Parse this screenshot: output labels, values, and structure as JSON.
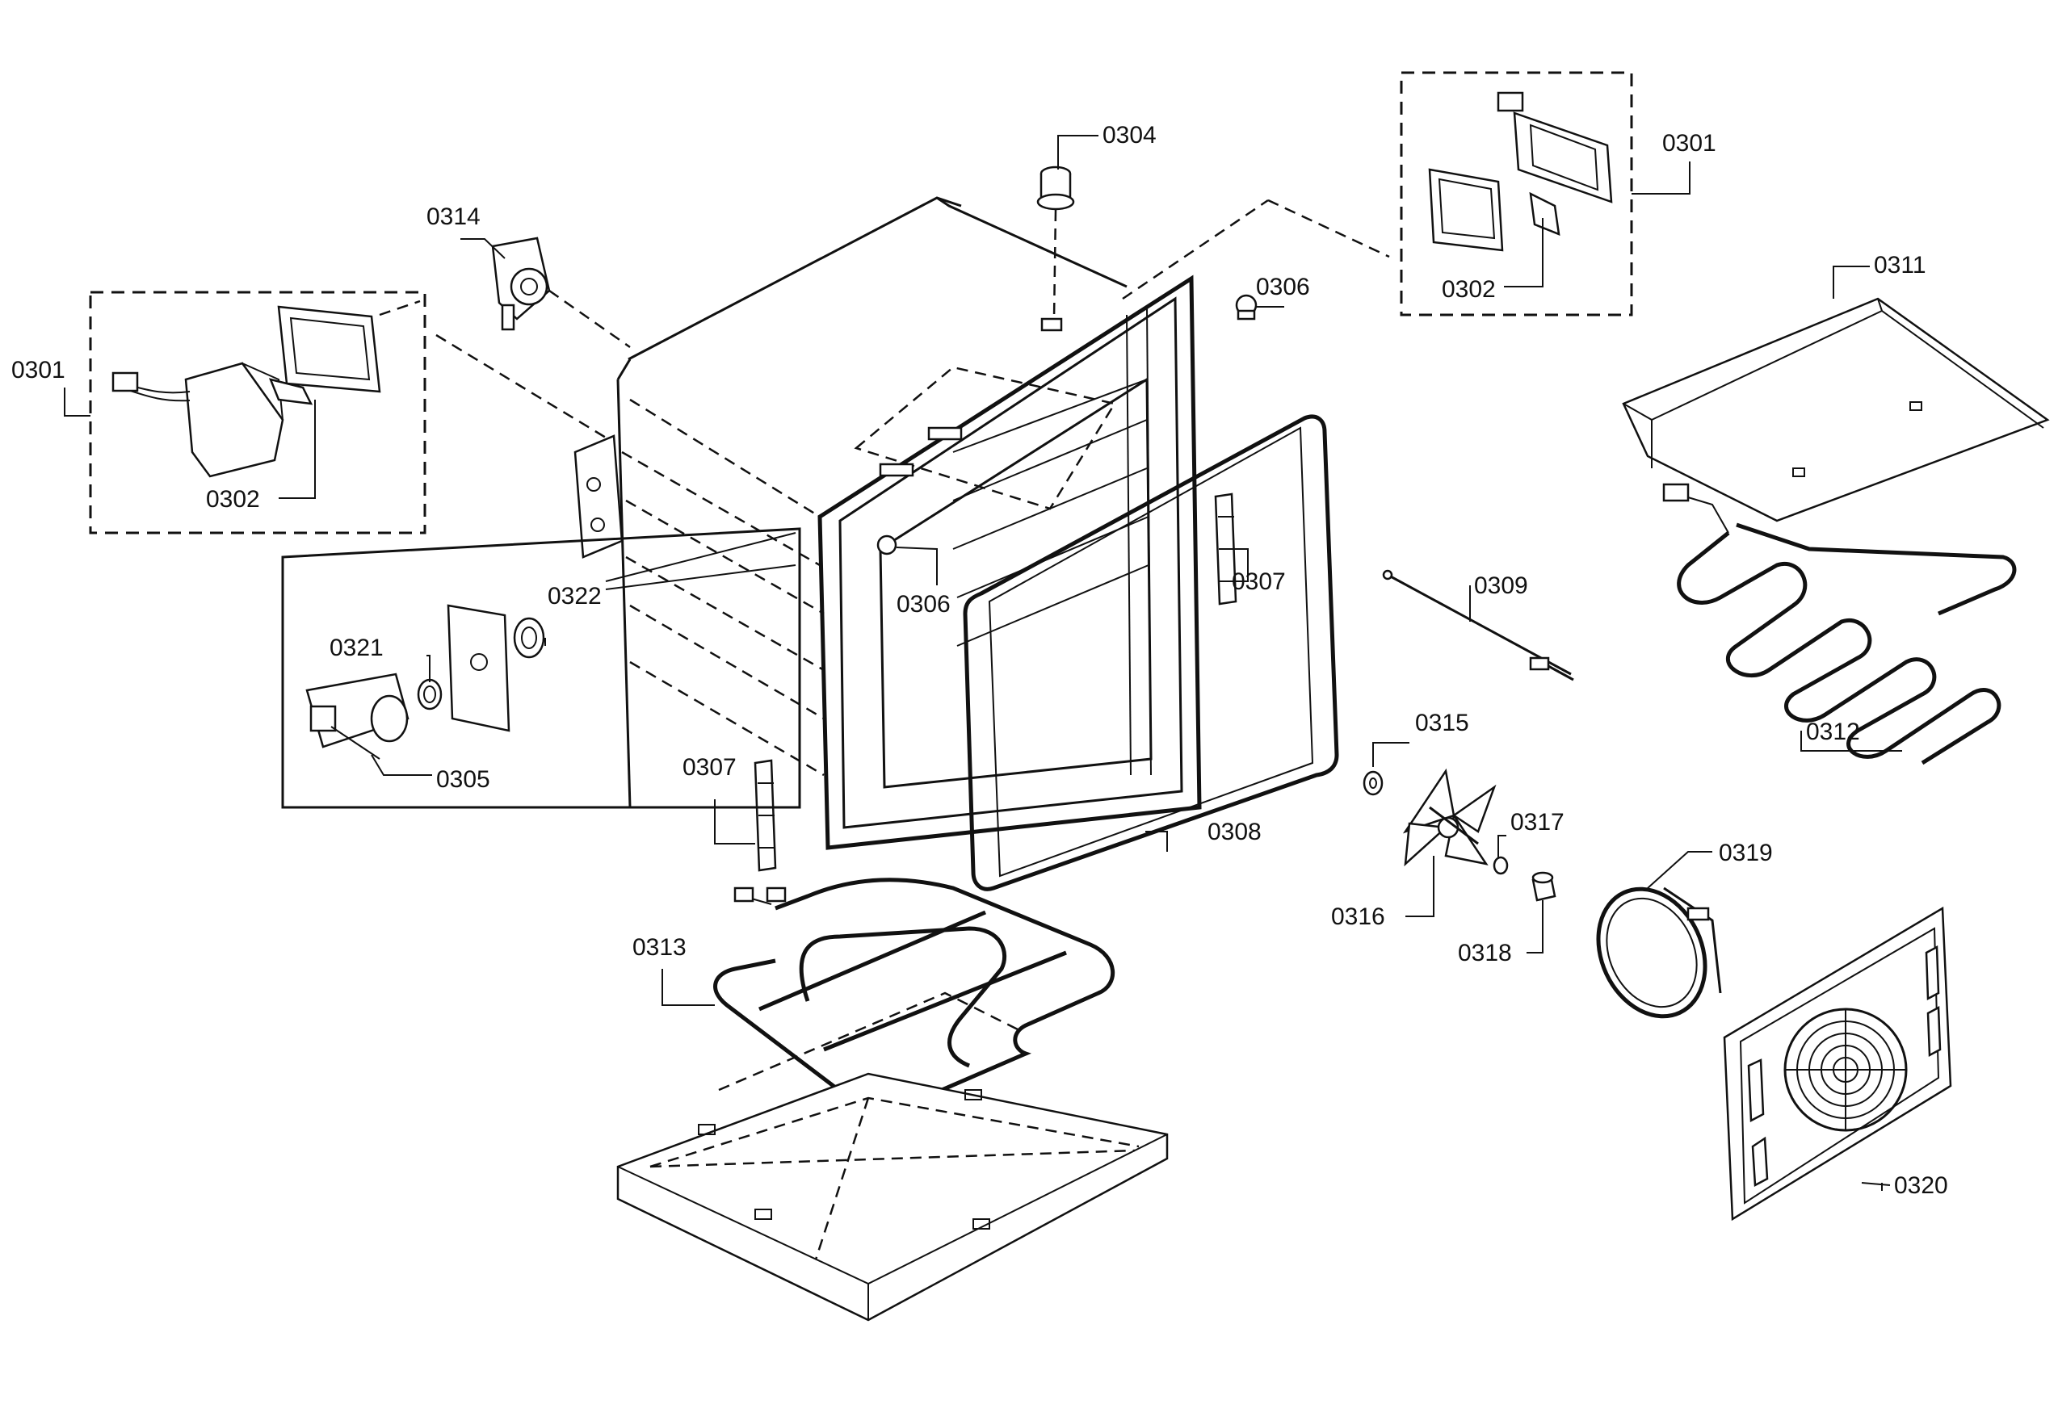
{
  "labels": {
    "p0301_left": "0301",
    "p0302_left": "0302",
    "p0314": "0314",
    "p0304": "0304",
    "p0301_right": "0301",
    "p0302_right": "0302",
    "p0306_top": "0306",
    "p0311": "0311",
    "p0322": "0322",
    "p0321": "0321",
    "p0305": "0305",
    "p0306_mid": "0306",
    "p0307_right": "0307",
    "p0309": "0309",
    "p0312": "0312",
    "p0315": "0315",
    "p0307_left": "0307",
    "p0308": "0308",
    "p0317": "0317",
    "p0319": "0319",
    "p0313": "0313",
    "p0316": "0316",
    "p0318": "0318",
    "p0320": "0320"
  }
}
